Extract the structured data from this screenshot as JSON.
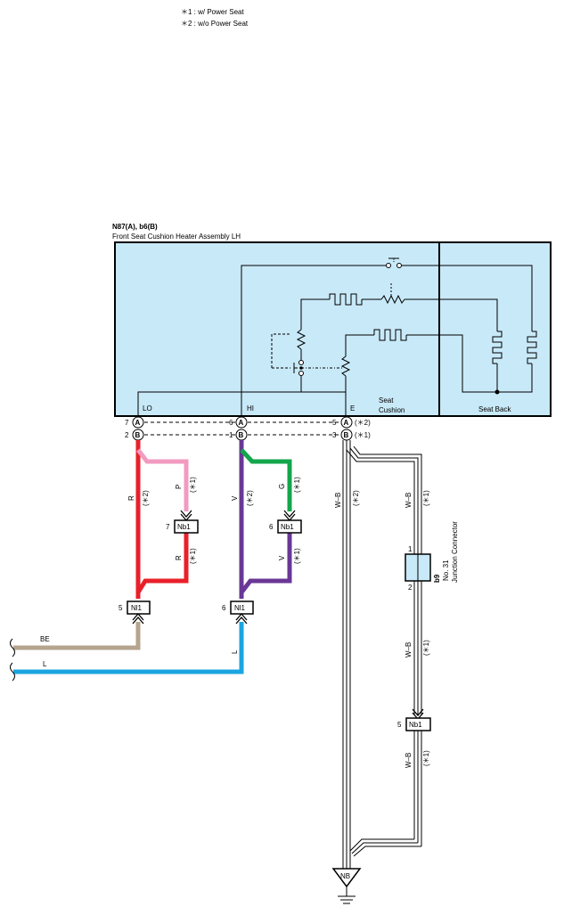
{
  "notes": [
    "＊1 : w/ Power Seat",
    "＊2 : w/o Power Seat"
  ],
  "component": {
    "code": "N87(A), b6(B)",
    "name": "Front Seat Cushion Heater Assembly LH",
    "terminals": {
      "lo": "LO",
      "hi": "HI",
      "e": "E"
    },
    "section_cushion": [
      "Seat",
      "Cushion"
    ],
    "section_back": "Seat Back"
  },
  "connectors": {
    "a": "A",
    "b": "B",
    "tag_a": "(＊2)",
    "tag_b": "(＊1)",
    "pins": {
      "lo_a": "7",
      "lo_b": "2",
      "hi_a": "6",
      "hi_b": "1",
      "e_a": "5",
      "e_b": "3"
    }
  },
  "wires": {
    "r_a": "R",
    "r_a_tag": "(＊2)",
    "p": "P",
    "p_tag": "(＊1)",
    "r_b": "R",
    "r_b_tag": "(＊1)",
    "v_a": "V",
    "v_a_tag": "(＊2)",
    "g": "G",
    "g_tag": "(＊1)",
    "v_b": "V",
    "v_b_tag": "(＊1)",
    "wb_main": "W–B",
    "wb_main_tag": "(＊2)",
    "wb_1": "W–B",
    "wb_1_tag": "(＊1)",
    "wb_2": "W–B",
    "wb_2_tag": "(＊1)",
    "wb_3": "W–B",
    "wb_3_tag": "(＊1)",
    "be": "BE",
    "l": "L"
  },
  "junctions": {
    "nb1_lo": {
      "name": "Nb1",
      "pin": "7"
    },
    "nb1_hi": {
      "name": "Nb1",
      "pin": "6"
    },
    "nl1_lo": {
      "name": "Nl1",
      "pin": "5"
    },
    "nl1_hi": {
      "name": "Nl1",
      "pin": "6"
    },
    "nb1_gnd": {
      "name": "Nb1",
      "pin": "5"
    }
  },
  "junction_connector": {
    "code": "b9",
    "number": "No. 31",
    "name": "Junction Connector",
    "pin_top": "1",
    "pin_bottom": "2"
  },
  "ground": {
    "label": "NB"
  },
  "colors": {
    "panel": "#c8e9f8",
    "red": "#e8202a",
    "pink": "#f29bc0",
    "violet": "#6a3796",
    "green": "#13a64b",
    "tan": "#b5a48f",
    "blue": "#1aa5e0",
    "black": "#000000"
  }
}
